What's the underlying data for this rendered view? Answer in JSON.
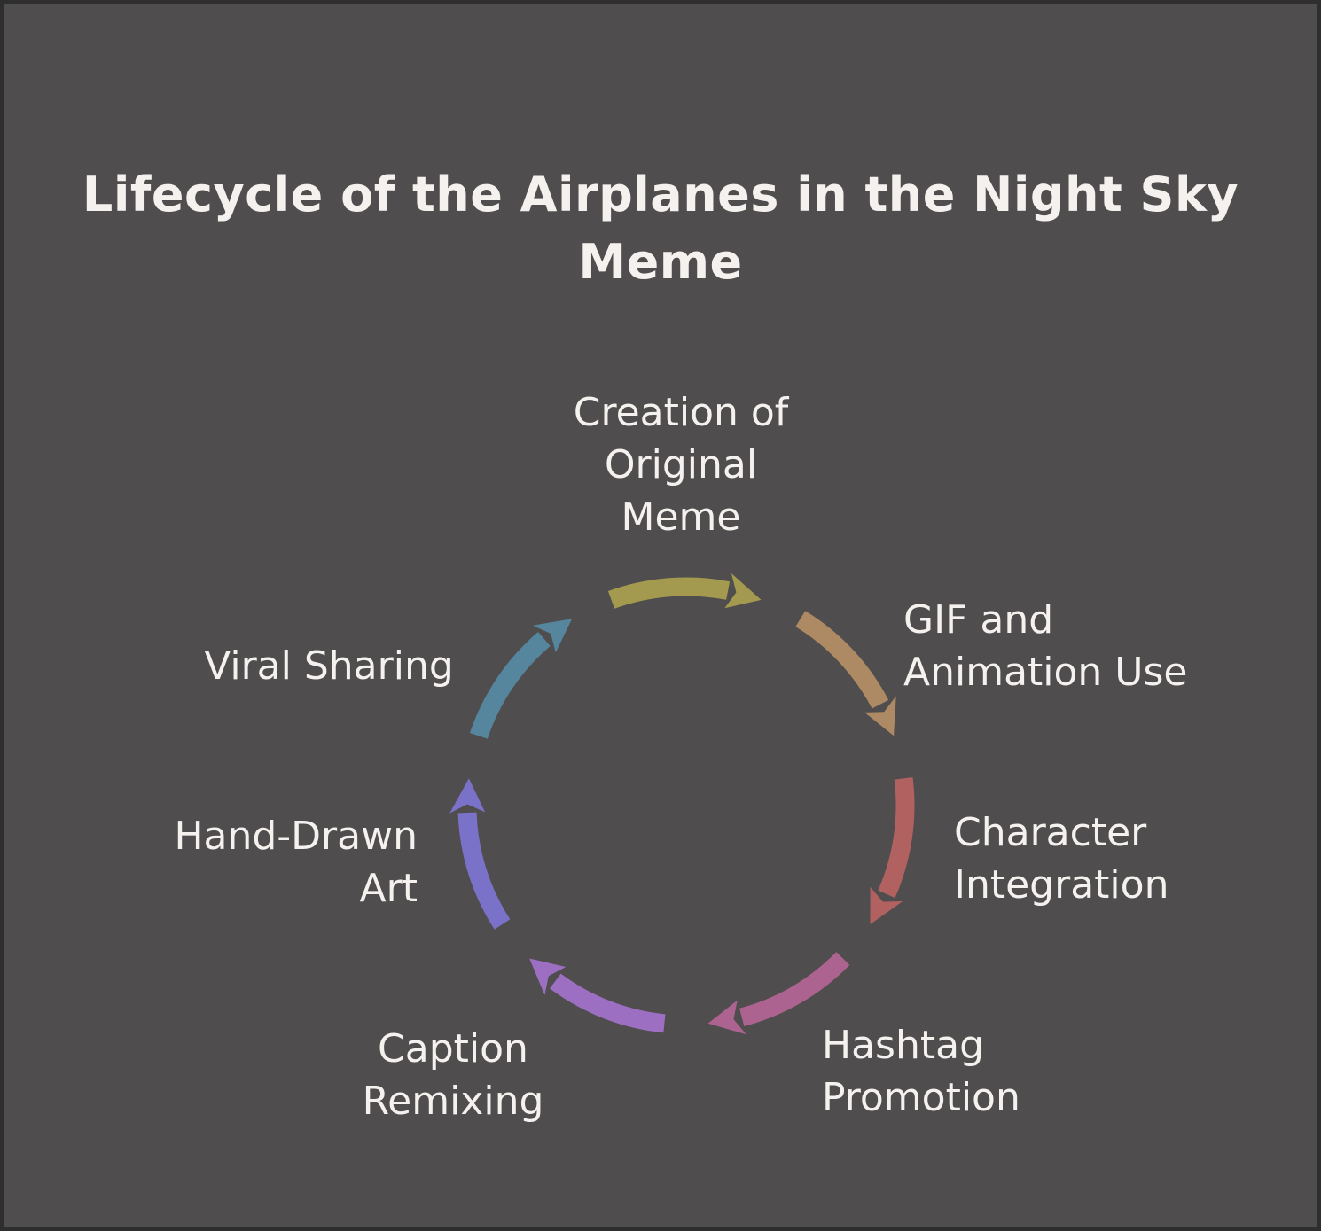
{
  "page": {
    "background_color": "#4f4d4e",
    "border_color": "#2e2e2e",
    "text_color": "#f4f1ee"
  },
  "title": "Lifecycle of the Airplanes in the Night Sky\nMeme",
  "diagram": {
    "type": "cycle",
    "direction": "clockwise",
    "stages": [
      {
        "label": "Creation of\nOriginal\nMeme",
        "arrow_color": "#a49a4f"
      },
      {
        "label": "GIF and\nAnimation Use",
        "arrow_color": "#ae8a64"
      },
      {
        "label": "Character\nIntegration",
        "arrow_color": "#b26161"
      },
      {
        "label": "Hashtag\nPromotion",
        "arrow_color": "#ad6390"
      },
      {
        "label": "Caption\nRemixing",
        "arrow_color": "#9d6fc2"
      },
      {
        "label": "Hand-Drawn\nArt",
        "arrow_color": "#7a72c8"
      },
      {
        "label": "Viral Sharing",
        "arrow_color": "#55869e"
      }
    ]
  }
}
